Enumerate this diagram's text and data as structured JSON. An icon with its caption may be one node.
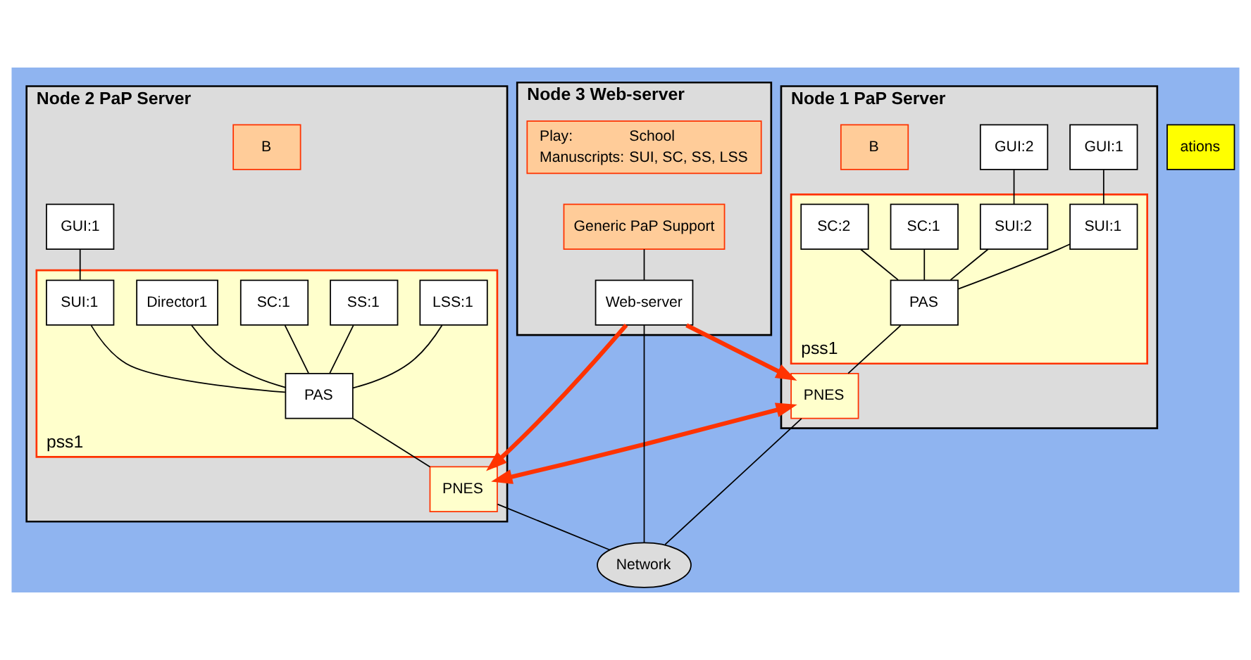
{
  "diagram": {
    "nodes": [
      {
        "text": [
          "Node 1 PaP Server"
        ]
      },
      {
        "text": [
          "pss1"
        ],
        "in": 0
      },
      {
        "text": [
          "GUI:1"
        ],
        "in": 0
      },
      {
        "text": [
          "GUI:2"
        ],
        "in": 0
      },
      {
        "text": [
          "SUI:1"
        ],
        "in": 1
      },
      {
        "text": [
          "SUI:2"
        ],
        "in": 1
      },
      {
        "text": [
          "SC:1"
        ],
        "in": 1
      },
      {
        "text": [
          "SC:2"
        ],
        "in": 1
      },
      {
        "text": [
          "PAS"
        ],
        "in": 1
      },
      {
        "text": [
          "PNES"
        ],
        "in": 0
      },
      {
        "text": [
          "B"
        ],
        "in": 0
      },
      {
        "text": [
          "Node 2 PaP Server"
        ]
      },
      {
        "text": [
          "pss1"
        ],
        "in": 11
      },
      {
        "text": [
          "GUI:1"
        ],
        "in": 11
      },
      {
        "text": [
          "SUI:1"
        ],
        "in": 12
      },
      {
        "text": [
          "LSS:1"
        ],
        "in": 12
      },
      {
        "text": [
          "SS:1"
        ],
        "in": 12
      },
      {
        "text": [
          "SC:1"
        ],
        "in": 12
      },
      {
        "text": [
          "Director1"
        ],
        "in": 12
      },
      {
        "text": [
          "PAS"
        ],
        "in": 12
      },
      {
        "text": [
          "PNES"
        ],
        "in": 11
      },
      {
        "text": [
          "B"
        ],
        "in": 11
      },
      {
        "text": [
          "Node 3 Web-server"
        ]
      },
      {
        "text": [
          "Play:",
          "School",
          "Manuscripts:",
          "SUI, SC, SS, LSS"
        ],
        "in": 22
      },
      {
        "text": [
          "Generic PaP Support"
        ],
        "in": 22
      },
      {
        "text": [
          "Web-server"
        ],
        "in": 22
      },
      {
        "text": [
          "Network"
        ]
      },
      {
        "text": [
          "ations"
        ]
      }
    ],
    "edges": [
      {
        "from": 2,
        "to": 4,
        "arrow": "none"
      },
      {
        "from": 3,
        "to": 5,
        "arrow": "none"
      },
      {
        "from": 6,
        "to": 8,
        "arrow": "none"
      },
      {
        "from": 4,
        "to": 8,
        "arrow": "none"
      },
      {
        "from": 5,
        "to": 8,
        "arrow": "none"
      },
      {
        "from": 7,
        "to": 8,
        "arrow": "none"
      },
      {
        "from": 8,
        "to": 9,
        "arrow": "none"
      },
      {
        "from": 13,
        "to": 14,
        "arrow": "none"
      },
      {
        "from": 15,
        "to": 19,
        "arrow": "none"
      },
      {
        "from": 16,
        "to": 19,
        "arrow": "none"
      },
      {
        "from": 14,
        "to": 19,
        "arrow": "none"
      },
      {
        "from": 17,
        "to": 19,
        "arrow": "none"
      },
      {
        "from": 18,
        "to": 19,
        "arrow": "none"
      },
      {
        "from": 19,
        "to": 20,
        "arrow": "none"
      },
      {
        "from": 24,
        "to": 25,
        "arrow": "none"
      },
      {
        "from": 9,
        "to": 26,
        "arrow": "none"
      },
      {
        "from": 20,
        "to": 26,
        "arrow": "none"
      },
      {
        "from": 25,
        "to": 26,
        "arrow": "none"
      },
      {
        "from": 25,
        "to": 9,
        "arrow": "to",
        "style": "thick",
        "color": "#ff3300"
      },
      {
        "from": 25,
        "to": 20,
        "arrow": "to",
        "style": "thick",
        "color": "#ff3300"
      },
      {
        "from": 9,
        "to": 20,
        "arrow": "both",
        "style": "thick",
        "color": "#ff3300"
      }
    ]
  }
}
